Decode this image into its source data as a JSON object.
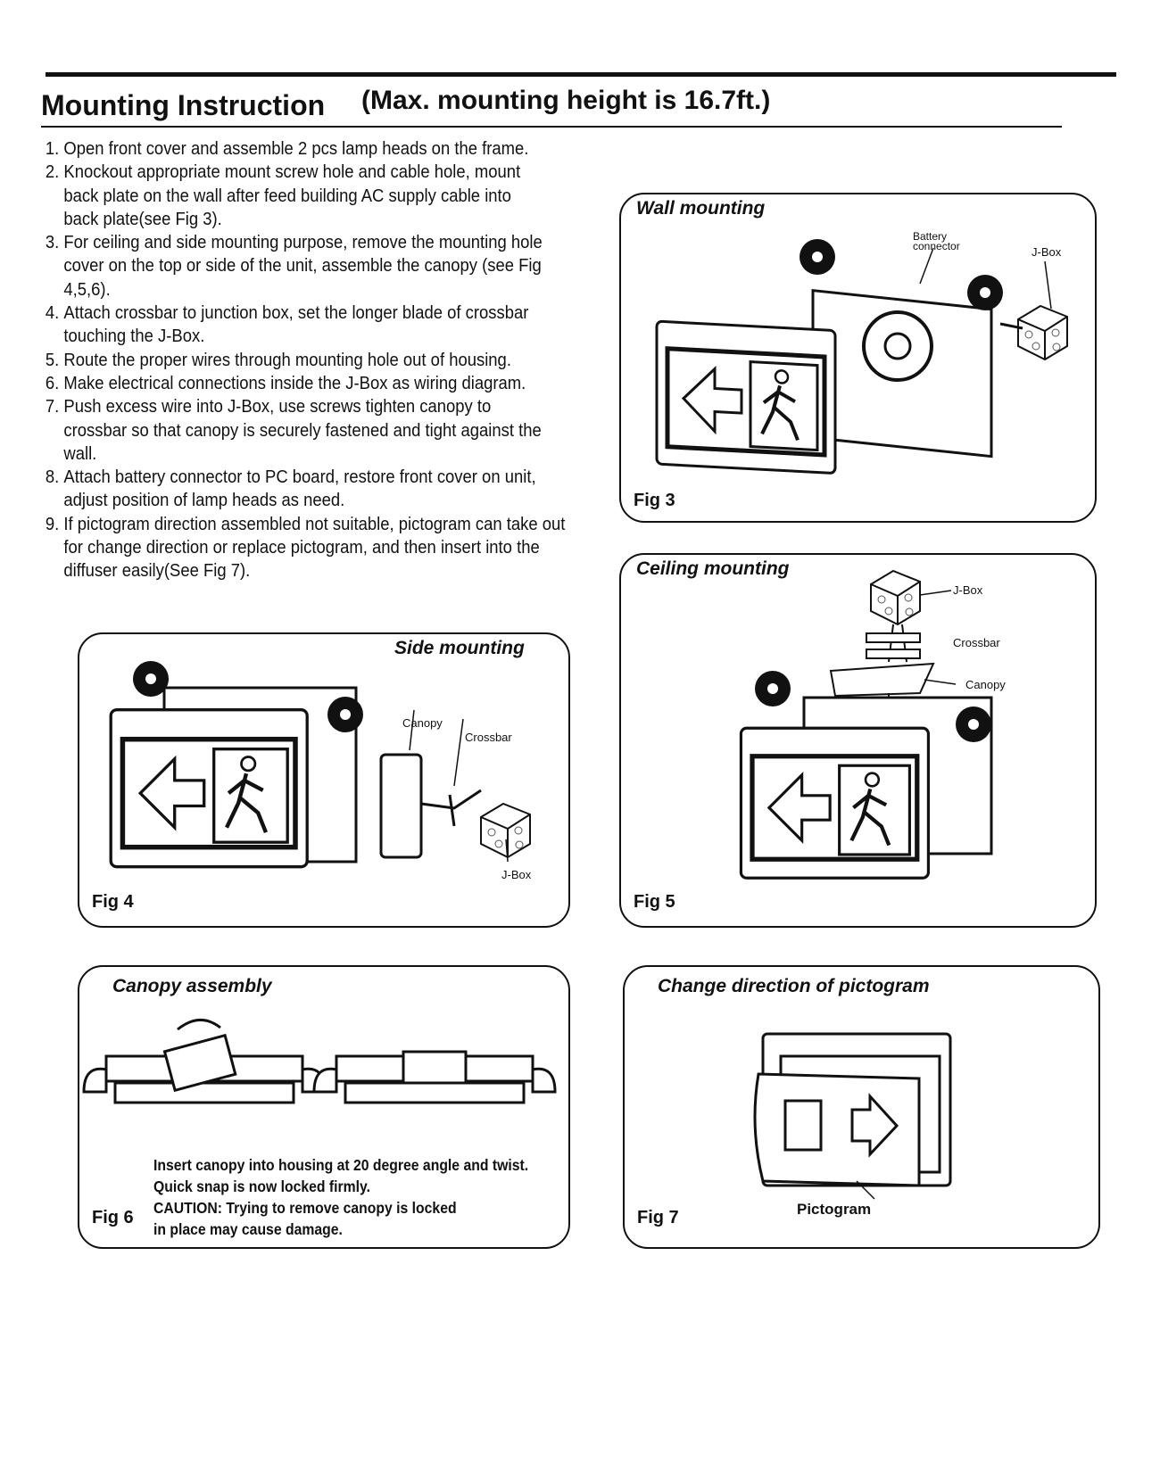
{
  "header": {
    "title": "Mounting Instruction",
    "subtitle": "(Max. mounting height is 16.7ft.)"
  },
  "steps": [
    "Open front cover and assemble 2 pcs lamp heads on the frame.",
    "Knockout appropriate mount screw hole and cable hole, mount back plate on the wall after feed building AC supply cable into back plate(see Fig 3).",
    "For ceiling and side mounting purpose, remove the mounting hole cover on the top or side of the unit, assemble the canopy (see Fig 4,5,6).",
    "Attach crossbar to junction box, set the longer blade of crossbar touching the J-Box.",
    "Route the proper wires through mounting hole out of housing.",
    "Make electrical connections inside the J-Box as wiring diagram.",
    "Push excess wire into J-Box, use screws tighten canopy to crossbar so that canopy is securely fastened and tight against the wall.",
    "Attach battery connector to PC board, restore front cover on unit, adjust position of lamp heads as need.",
    "If pictogram direction assembled not suitable, pictogram can take out for change direction or replace pictogram, and then insert into the diffuser easily(See Fig 7)."
  ],
  "figures": {
    "fig3": {
      "title": "Wall mounting",
      "num": "Fig 3",
      "labels": {
        "battery": "Battery connector",
        "jbox": "J-Box"
      }
    },
    "fig5": {
      "title": "Ceiling mounting",
      "num": "Fig 5",
      "labels": {
        "jbox": "J-Box",
        "crossbar": "Crossbar",
        "canopy": "Canopy"
      }
    },
    "fig4": {
      "title": "Side mounting",
      "num": "Fig 4",
      "labels": {
        "canopy": "Canopy",
        "crossbar": "Crossbar",
        "jbox": "J-Box"
      }
    },
    "fig6": {
      "title": "Canopy assembly",
      "num": "Fig 6",
      "notes": [
        "Insert canopy into housing at 20 degree angle and twist.",
        "Quick snap is now locked firmly.",
        "CAUTION: Trying to remove canopy is locked",
        "in place may cause damage."
      ]
    },
    "fig7": {
      "title": "Change direction of pictogram",
      "num": "Fig 7",
      "labels": {
        "pictogram": "Pictogram"
      }
    }
  }
}
